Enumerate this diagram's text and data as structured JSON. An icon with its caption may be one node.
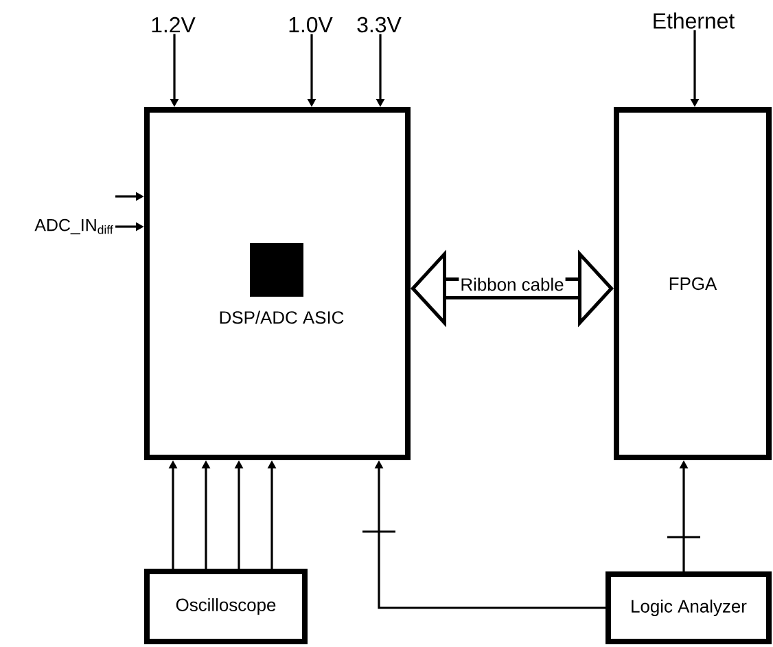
{
  "diagram": {
    "nodes": [
      {
        "text": [
          "DSP/ADC ASIC"
        ]
      },
      {
        "text": [
          "FPGA"
        ]
      },
      {
        "text": [
          "Oscilloscope"
        ]
      },
      {
        "text": [
          "Logic Analyzer"
        ]
      },
      {
        "text": [
          "1.2V"
        ]
      },
      {
        "text": [
          "1.0V"
        ]
      },
      {
        "text": [
          "3.3V"
        ]
      },
      {
        "text": [
          "Ethernet"
        ]
      },
      {
        "text": [
          "ADC_IN$_{diff}$"
        ]
      }
    ],
    "edges": [
      {
        "from": 4,
        "to": 0,
        "arrow": "to"
      },
      {
        "from": 5,
        "to": 0,
        "arrow": "to"
      },
      {
        "from": 6,
        "to": 0,
        "arrow": "to"
      },
      {
        "from": 7,
        "to": 1,
        "arrow": "to"
      },
      {
        "from": 8,
        "to": 0,
        "arrow": "to"
      },
      {
        "from": 8,
        "to": 0,
        "arrow": "to"
      },
      {
        "from": 0,
        "to": 1,
        "arrow": "both",
        "label": "Ribbon cable",
        "style": "thick"
      },
      {
        "from": 2,
        "to": 0,
        "arrow": "to"
      },
      {
        "from": 2,
        "to": 0,
        "arrow": "to"
      },
      {
        "from": 2,
        "to": 0,
        "arrow": "to"
      },
      {
        "from": 2,
        "to": 0,
        "arrow": "to"
      },
      {
        "from": 3,
        "to": 0,
        "arrow": "to"
      },
      {
        "from": 3,
        "to": 1,
        "arrow": "to"
      }
    ]
  }
}
